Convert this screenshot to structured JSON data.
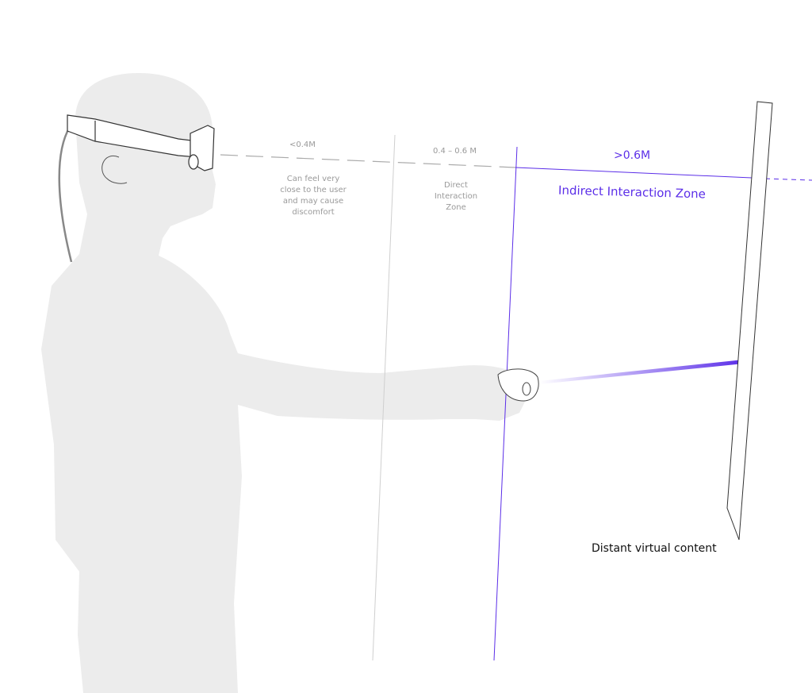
{
  "zones": {
    "near": {
      "distance": "<0.4M",
      "description": [
        "Can feel very",
        "close to the user",
        "and may cause",
        "discomfort"
      ]
    },
    "direct": {
      "distance": "0.4 – 0.6 M",
      "description": [
        "Direct",
        "Interaction",
        "Zone"
      ]
    },
    "indirect": {
      "distance": ">0.6M",
      "description": "Indirect Interaction Zone"
    }
  },
  "content_label": "Distant virtual content",
  "colors": {
    "accent": "#5b2ee8",
    "silhouette": "#ececec",
    "guide": "#c8c8c8"
  }
}
